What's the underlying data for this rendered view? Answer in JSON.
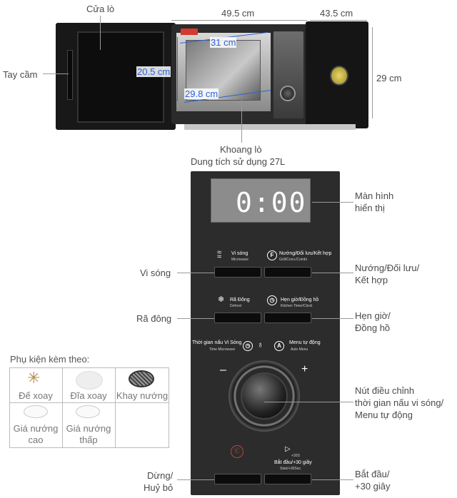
{
  "labels": {
    "door": "Cửa lò",
    "handle": "Tay cầm",
    "cavity": "Khoang lò",
    "capacity": "Dung tích sử dụng 27L",
    "screen": "Màn hình\nhiển thị",
    "microwave": "Vi sóng",
    "defrost": "Rã đông",
    "grill": "Nướng/Đối lưu/\nKết hợp",
    "timer": "Hẹn giờ/\nĐồng hồ",
    "knob": "Nút điều chỉnh\nthời gian nấu vi sóng/\nMenu tự động",
    "stop": "Dừng/\nHuỷ bỏ",
    "start": "Bắt đầu/\n+30 giây"
  },
  "dimensions": {
    "width": "49.5 cm",
    "depth": "43.5 cm",
    "height": "29 cm",
    "cavity_depth": "31 cm",
    "cavity_height": "20.5 cm",
    "cavity_width": "29.8 cm"
  },
  "panel": {
    "display": "0:00",
    "microwave_vn": "Vi sóng",
    "microwave_en": "Microwave",
    "grill_vn": "Nướng/Đối lưu/Kết hợp",
    "grill_en": "Grill/Conv./Combi",
    "defrost_vn": "Rã Đông",
    "defrost_en": "Defrost",
    "timer_vn": "Hẹn giờ/Đồng hồ",
    "timer_en": "Kitchen Timer/Clock",
    "time_vn": "Thời gian nấu Vi Sóng",
    "time_en": "Time Microwave",
    "menu_vn": "Menu tự động",
    "menu_en": "Auto Menu",
    "minus": "–",
    "plus": "+",
    "start_vn": "Bắt đầu/+30 giây",
    "start_en": "Start/+30Sec.",
    "start_icon_txt": "+30S"
  },
  "accessories": {
    "title": "Phụ kiện kèm theo:",
    "items": [
      {
        "label": "Đế xoay"
      },
      {
        "label": "Đĩa xoay"
      },
      {
        "label": "Khay nướng"
      },
      {
        "label": "Giá nướng\ncao"
      },
      {
        "label": "Giá nướng\nthấp"
      }
    ]
  }
}
